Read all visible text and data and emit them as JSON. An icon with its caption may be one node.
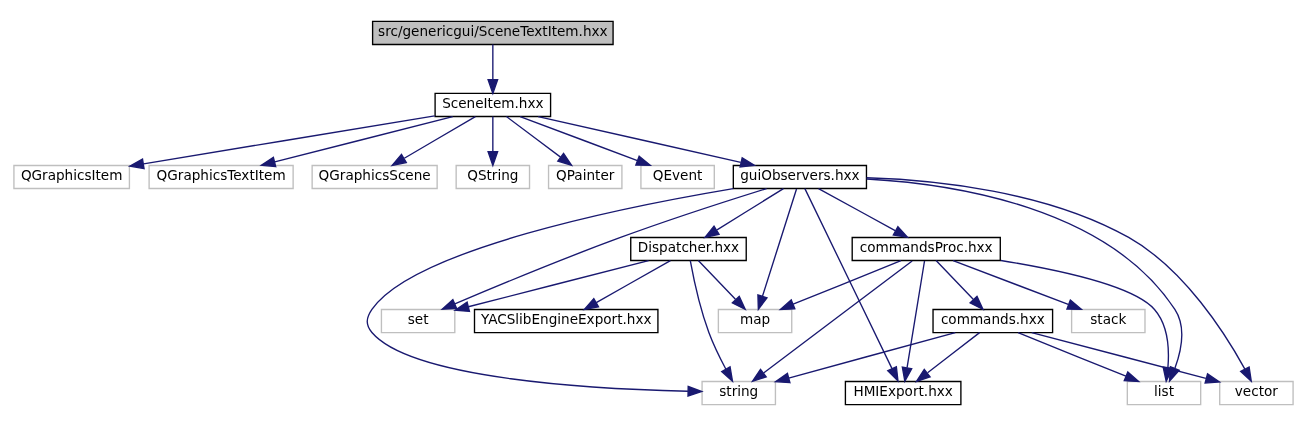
{
  "diagram": {
    "nodes": [
      {
        "text": [
          "src/genericgui/SceneTextItem.hxx"
        ]
      },
      {
        "text": [
          "SceneItem.hxx"
        ]
      },
      {
        "text": [
          "QGraphicsItem"
        ]
      },
      {
        "text": [
          "QGraphicsTextItem"
        ]
      },
      {
        "text": [
          "QGraphicsScene"
        ]
      },
      {
        "text": [
          "QString"
        ]
      },
      {
        "text": [
          "QPainter"
        ]
      },
      {
        "text": [
          "QEvent"
        ]
      },
      {
        "text": [
          "guiObservers.hxx"
        ]
      },
      {
        "text": [
          "Dispatcher.hxx"
        ]
      },
      {
        "text": [
          "commandsProc.hxx"
        ]
      },
      {
        "text": [
          "set"
        ]
      },
      {
        "text": [
          "YACSlibEngineExport.hxx"
        ]
      },
      {
        "text": [
          "map"
        ]
      },
      {
        "text": [
          "stack"
        ]
      },
      {
        "text": [
          "commands.hxx"
        ]
      },
      {
        "text": [
          "string"
        ]
      },
      {
        "text": [
          "HMIExport.hxx"
        ]
      },
      {
        "text": [
          "list"
        ]
      },
      {
        "text": [
          "vector"
        ]
      }
    ],
    "edges": [
      {
        "from": 0,
        "to": 1,
        "arrow": "to"
      },
      {
        "from": 1,
        "to": 2,
        "arrow": "to"
      },
      {
        "from": 1,
        "to": 3,
        "arrow": "to"
      },
      {
        "from": 1,
        "to": 4,
        "arrow": "to"
      },
      {
        "from": 1,
        "to": 5,
        "arrow": "to"
      },
      {
        "from": 1,
        "to": 6,
        "arrow": "to"
      },
      {
        "from": 1,
        "to": 7,
        "arrow": "to"
      },
      {
        "from": 1,
        "to": 8,
        "arrow": "to"
      },
      {
        "from": 8,
        "to": 16,
        "arrow": "to"
      },
      {
        "from": 8,
        "to": 11,
        "arrow": "to"
      },
      {
        "from": 8,
        "to": 9,
        "arrow": "to"
      },
      {
        "from": 8,
        "to": 13,
        "arrow": "to"
      },
      {
        "from": 8,
        "to": 10,
        "arrow": "to"
      },
      {
        "from": 8,
        "to": 17,
        "arrow": "to"
      },
      {
        "from": 8,
        "to": 18,
        "arrow": "to"
      },
      {
        "from": 8,
        "to": 19,
        "arrow": "to"
      },
      {
        "from": 9,
        "to": 11,
        "arrow": "to"
      },
      {
        "from": 9,
        "to": 16,
        "arrow": "to"
      },
      {
        "from": 9,
        "to": 12,
        "arrow": "to"
      },
      {
        "from": 9,
        "to": 13,
        "arrow": "to"
      },
      {
        "from": 10,
        "to": 13,
        "arrow": "to"
      },
      {
        "from": 10,
        "to": 16,
        "arrow": "to"
      },
      {
        "from": 10,
        "to": 14,
        "arrow": "to"
      },
      {
        "from": 10,
        "to": 15,
        "arrow": "to"
      },
      {
        "from": 10,
        "to": 17,
        "arrow": "to"
      },
      {
        "from": 10,
        "to": 18,
        "arrow": "to"
      },
      {
        "from": 15,
        "to": 16,
        "arrow": "to"
      },
      {
        "from": 15,
        "to": 17,
        "arrow": "to"
      },
      {
        "from": 15,
        "to": 18,
        "arrow": "to"
      },
      {
        "from": 15,
        "to": 19,
        "arrow": "to"
      }
    ]
  }
}
